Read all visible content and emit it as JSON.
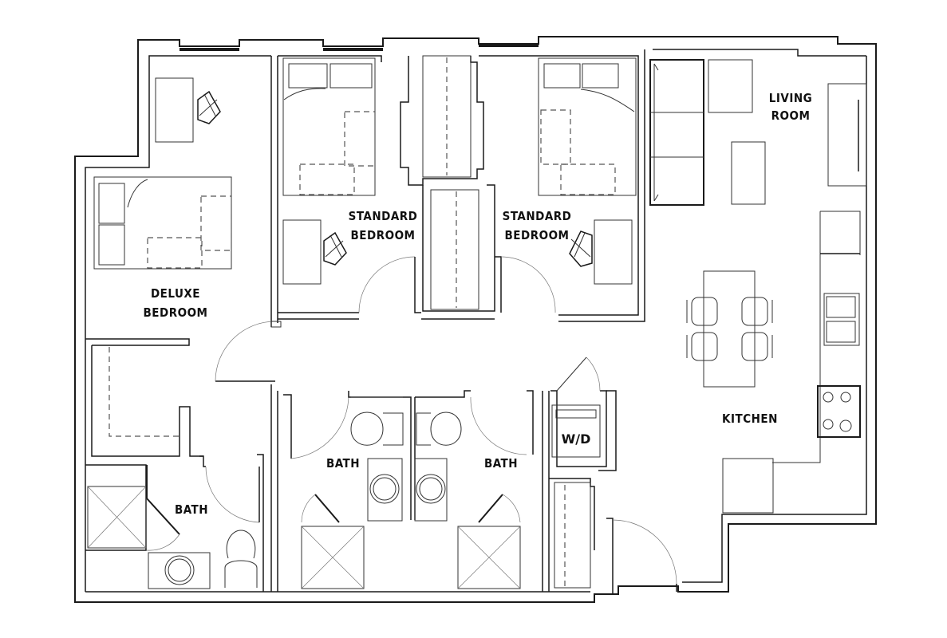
{
  "plan": {
    "rooms": [
      {
        "id": "deluxe-bedroom",
        "line1": "DELUXE",
        "line2": "BEDROOM"
      },
      {
        "id": "standard-bedroom-1",
        "line1": "STANDARD",
        "line2": "BEDROOM"
      },
      {
        "id": "standard-bedroom-2",
        "line1": "STANDARD",
        "line2": "BEDROOM"
      },
      {
        "id": "living-room",
        "line1": "LIVING",
        "line2": "ROOM"
      },
      {
        "id": "kitchen",
        "line1": "KITCHEN"
      },
      {
        "id": "bath-1",
        "line1": "BATH"
      },
      {
        "id": "bath-2",
        "line1": "BATH"
      },
      {
        "id": "bath-3",
        "line1": "BATH"
      },
      {
        "id": "laundry",
        "line1": "W/D"
      }
    ],
    "colors": {
      "line": "#1a1a1a",
      "background": "#ffffff"
    }
  }
}
